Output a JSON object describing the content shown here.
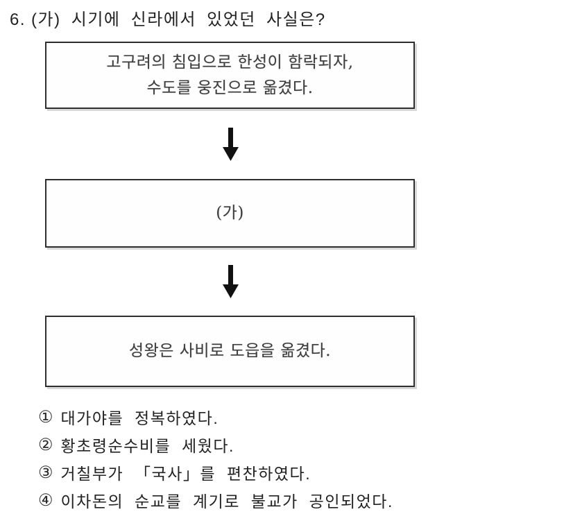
{
  "question": {
    "number": "6.",
    "text": "(가) 시기에 신라에서 있었던 사실은?"
  },
  "flow": {
    "boxes": [
      {
        "lines": [
          "고구려의 침입으로 한성이 함락되자,",
          "수도를 웅진으로 옮겼다."
        ]
      },
      {
        "lines": [
          "(가)"
        ]
      },
      {
        "lines": [
          "성왕은 사비로 도읍을 옮겼다."
        ]
      }
    ],
    "arrow_icon": "down-arrow"
  },
  "choices": [
    {
      "marker": "①",
      "text": "대가야를 정복하였다."
    },
    {
      "marker": "②",
      "text": "황초령순수비를 세웠다."
    },
    {
      "marker": "③",
      "text": "거칠부가 「국사」를 편찬하였다."
    },
    {
      "marker": "④",
      "text": "이차돈의 순교를 계기로 불교가 공인되었다."
    }
  ],
  "colors": {
    "background": "#ffffff",
    "text": "#222222",
    "box_border": "#2e2e2e",
    "box_text": "#3d3d3d",
    "box_shadow": "#d8d8d8",
    "arrow": "#111111"
  }
}
